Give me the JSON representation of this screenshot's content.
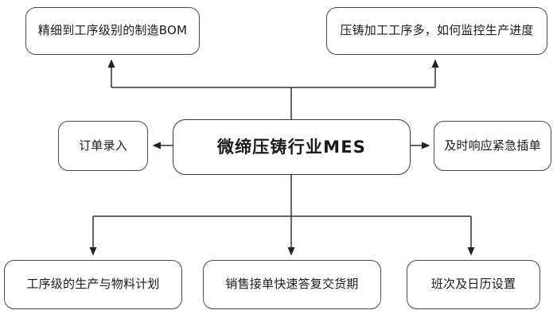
{
  "diagram": {
    "type": "hub-and-spoke-flowchart",
    "background_color": "#ffffff",
    "line_color": "#333333",
    "box_border_color": "#4a4a4a",
    "text_color": "#1a1a1a",
    "central_node": {
      "id": "central",
      "label": "微缔压铸行业MES"
    },
    "nodes": [
      {
        "id": "top-left",
        "label": "精细到工序级别的制造BOM"
      },
      {
        "id": "top-right",
        "label": "压铸加工工序多，如何监控生产进度"
      },
      {
        "id": "left",
        "label": "订单录入"
      },
      {
        "id": "right",
        "label": "及时响应紧急插单"
      },
      {
        "id": "bottom-left",
        "label": "工序级的生产与物料计划"
      },
      {
        "id": "bottom-mid",
        "label": "销售接单快速答复交货期"
      },
      {
        "id": "bottom-right",
        "label": "班次及日历设置"
      }
    ],
    "edges": [
      {
        "from": "central",
        "to": "top-left",
        "arrow": "up"
      },
      {
        "from": "central",
        "to": "top-right",
        "arrow": "up"
      },
      {
        "from": "central",
        "to": "left",
        "arrow": "left"
      },
      {
        "from": "central",
        "to": "right",
        "arrow": "right"
      },
      {
        "from": "central",
        "to": "bottom-left",
        "arrow": "down"
      },
      {
        "from": "central",
        "to": "bottom-mid",
        "arrow": "down"
      },
      {
        "from": "central",
        "to": "bottom-right",
        "arrow": "down"
      }
    ]
  }
}
